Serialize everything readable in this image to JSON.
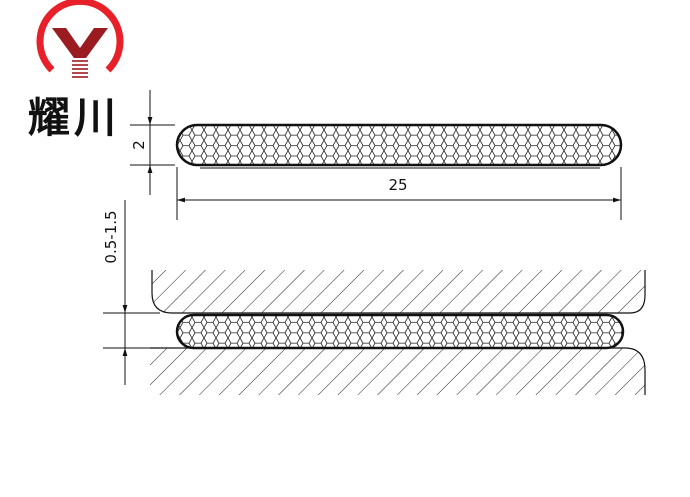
{
  "logo": {
    "letter": "Y",
    "name": "耀川",
    "ring_color": "#e8202a",
    "mark_color": "#9b1c20"
  },
  "dimensions": {
    "thickness": "2",
    "width": "25",
    "gap": "0.5-1.5"
  }
}
